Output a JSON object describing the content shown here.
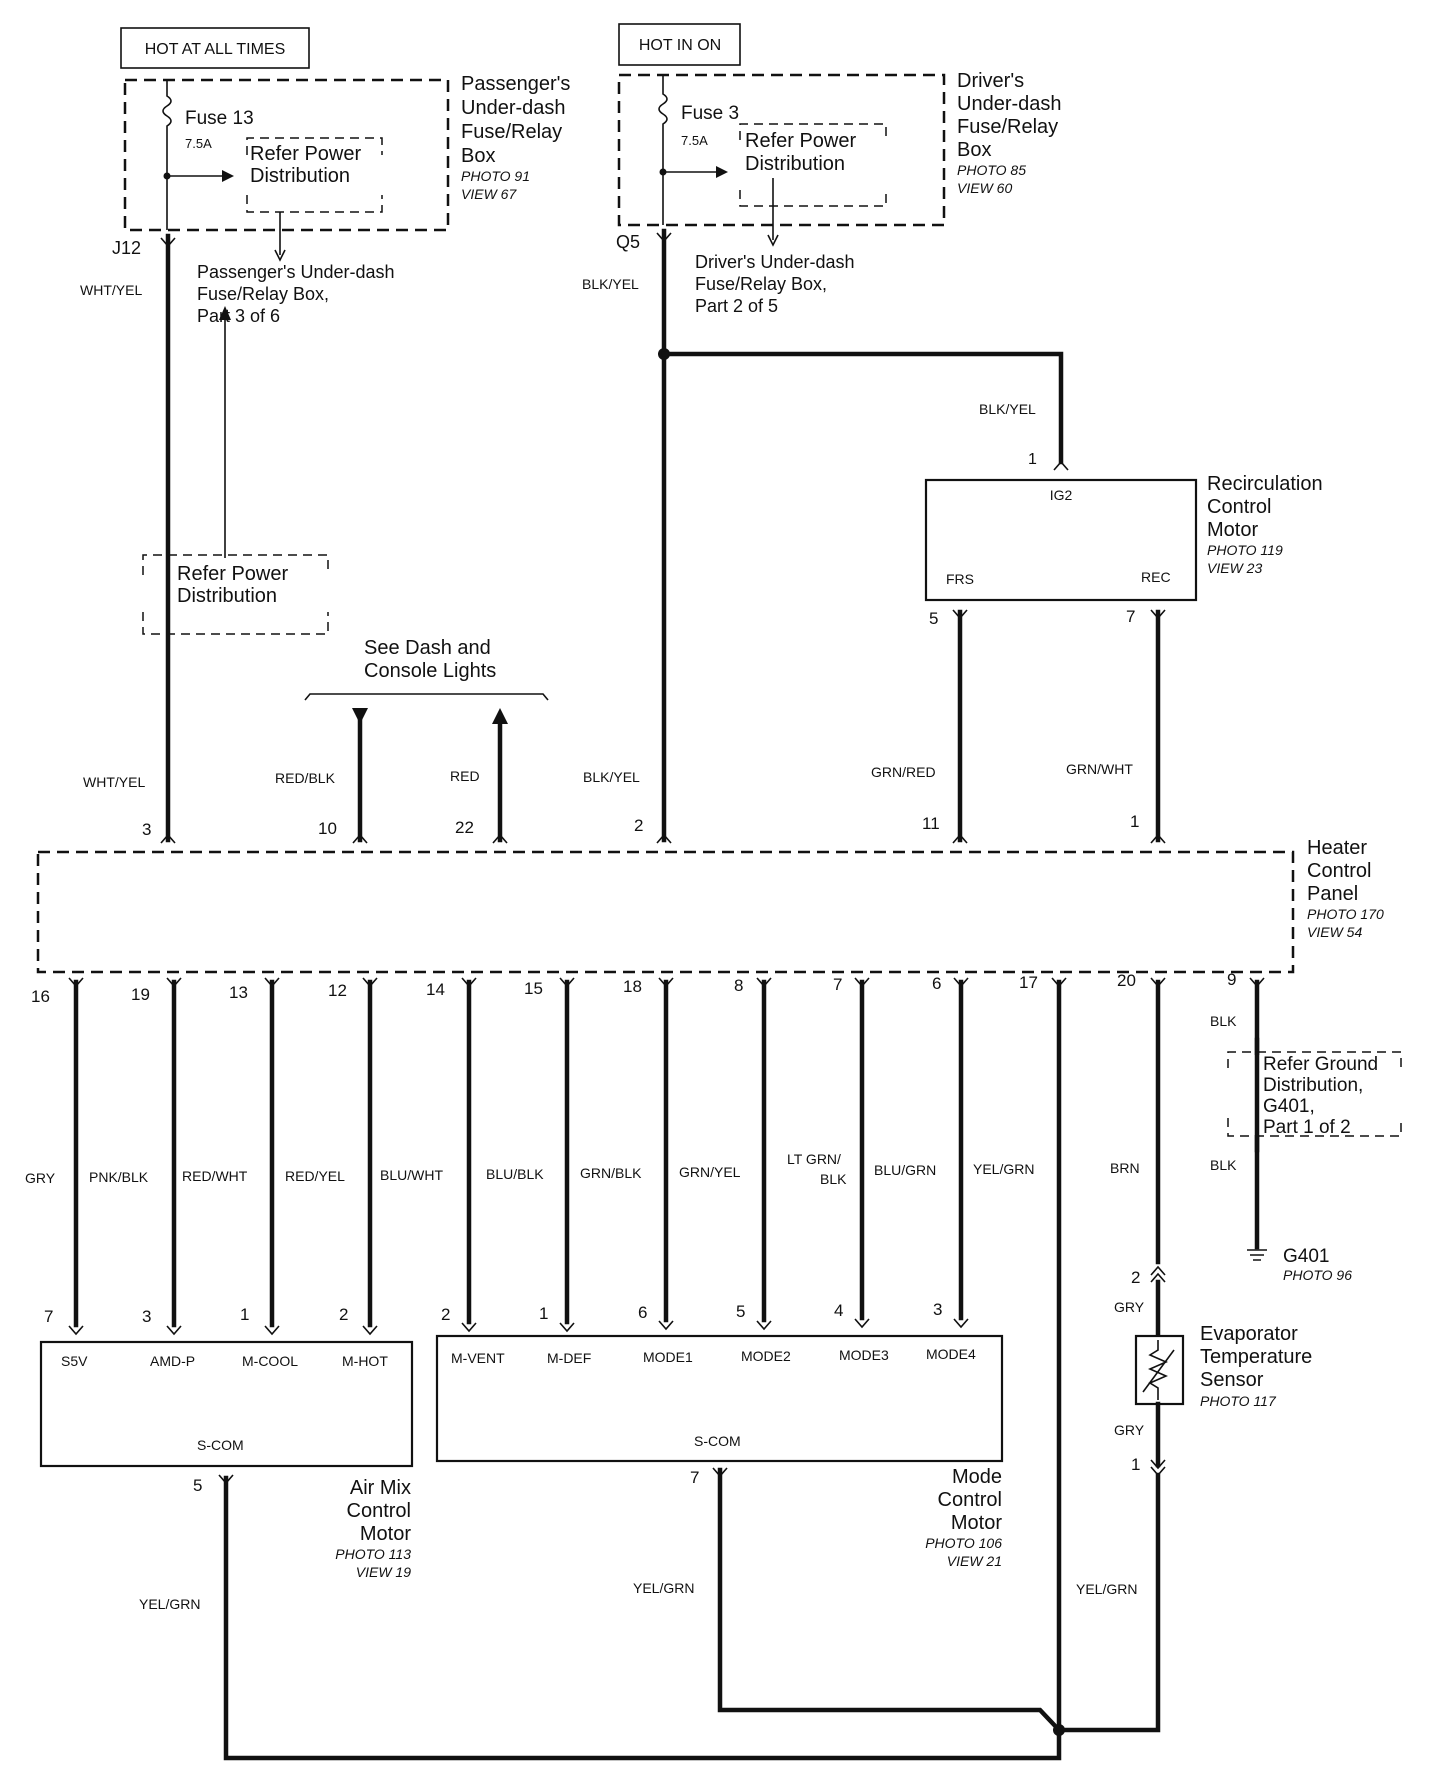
{
  "labels": {
    "hot_always": "HOT AT ALL TIMES",
    "hot_in_on": "HOT IN ON",
    "fuse13": "Fuse 13",
    "fuse13_amp": "7.5A",
    "fuse3": "Fuse 3",
    "fuse3_amp": "7.5A",
    "refer_power_1": "Refer Power",
    "refer_power_2": "Distribution",
    "pass_box_1": "Passenger's",
    "pass_box_2": "Under-dash",
    "pass_box_3": "Fuse/Relay",
    "pass_box_4": "Box",
    "pass_box_photo": "PHOTO 91",
    "pass_box_view": "VIEW 67",
    "drv_box_1": "Driver's",
    "drv_box_2": "Under-dash",
    "drv_box_3": "Fuse/Relay",
    "drv_box_4": "Box",
    "drv_box_photo": "PHOTO 85",
    "drv_box_view": "VIEW 60",
    "j12": "J12",
    "q5": "Q5",
    "pass_ref_1": "Passenger's Under-dash",
    "pass_ref_2": "Fuse/Relay Box,",
    "pass_ref_3": "Part 3 of 6",
    "drv_ref_1": "Driver's Under-dash",
    "drv_ref_2": "Fuse/Relay Box,",
    "drv_ref_3": "Part 2 of 5",
    "dash_1": "See Dash and",
    "dash_2": "Console Lights",
    "recirc_1": "Recirculation",
    "recirc_2": "Control",
    "recirc_3": "Motor",
    "recirc_photo": "PHOTO 119",
    "recirc_view": "VIEW 23",
    "ig2": "IG2",
    "frs": "FRS",
    "rec": "REC",
    "hcp_1": "Heater",
    "hcp_2": "Control",
    "hcp_3": "Panel",
    "hcp_photo": "PHOTO 170",
    "hcp_view": "VIEW 54",
    "ground_1": "Refer Ground",
    "ground_2": "Distribution,",
    "ground_3": "G401,",
    "ground_4": "Part 1 of 2",
    "g401": "G401",
    "g401_photo": "PHOTO 96",
    "evap_1": "Evaporator",
    "evap_2": "Temperature",
    "evap_3": "Sensor",
    "evap_photo": "PHOTO 117",
    "airmix_1": "Air Mix",
    "airmix_2": "Control",
    "airmix_3": "Motor",
    "airmix_photo": "PHOTO 113",
    "airmix_view": "VIEW 19",
    "mode_1": "Mode",
    "mode_2": "Control",
    "mode_3": "Motor",
    "mode_photo": "PHOTO 106",
    "mode_view": "VIEW 21",
    "s_com": "S-COM",
    "s5v": "S5V",
    "amd_p": "AMD-P",
    "m_cool": "M-COOL",
    "m_hot": "M-HOT",
    "m_vent": "M-VENT",
    "m_def": "M-DEF",
    "mode1": "MODE1",
    "mode2": "MODE2",
    "mode3": "MODE3",
    "mode4": "MODE4"
  },
  "wires": {
    "wht_yel": "WHT/YEL",
    "blk_yel": "BLK/YEL",
    "red_blk": "RED/BLK",
    "red": "RED",
    "grn_red": "GRN/RED",
    "grn_wht": "GRN/WHT",
    "gry": "GRY",
    "pnk_blk": "PNK/BLK",
    "red_wht": "RED/WHT",
    "red_yel": "RED/YEL",
    "blu_wht": "BLU/WHT",
    "blu_blk": "BLU/BLK",
    "grn_blk": "GRN/BLK",
    "grn_yel": "GRN/YEL",
    "lt_grn_blk_1": "LT GRN/",
    "lt_grn_blk_2": "BLK",
    "blu_grn": "BLU/GRN",
    "yel_grn": "YEL/GRN",
    "brn": "BRN",
    "blk": "BLK"
  },
  "pins": {
    "top_3": "3",
    "top_10": "10",
    "top_22": "22",
    "top_2": "2",
    "top_11": "11",
    "top_1": "1",
    "rc_1": "1",
    "rc_5": "5",
    "rc_7": "7",
    "b16": "16",
    "b19": "19",
    "b13": "13",
    "b12": "12",
    "b14": "14",
    "b15": "15",
    "b18": "18",
    "b8": "8",
    "b7": "7",
    "b6": "6",
    "b17": "17",
    "b20": "20",
    "b9": "9",
    "am_7": "7",
    "am_3": "3",
    "am_1": "1",
    "am_2": "2",
    "am_5": "5",
    "mc_2": "2",
    "mc_1": "1",
    "mc_6": "6",
    "mc_5": "5",
    "mc_4": "4",
    "mc_3": "3",
    "mc_7": "7",
    "ev_2": "2",
    "ev_1": "1"
  }
}
